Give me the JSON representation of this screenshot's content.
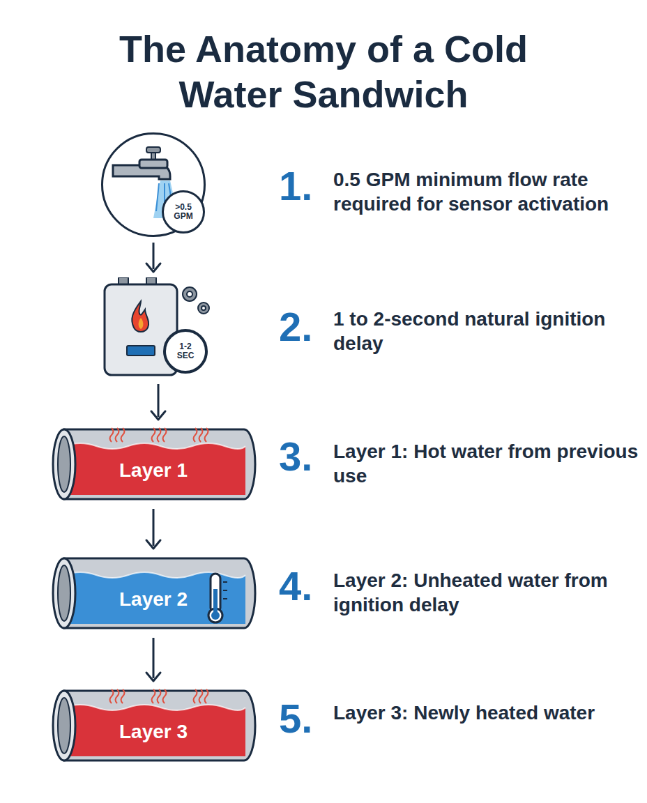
{
  "diagram": {
    "title": "The Anatomy of a Cold Water Sandwich",
    "nodes": [
      {
        "text": [
          ">0.5 GPM"
        ]
      },
      {
        "text": [
          "1-2 SEC"
        ]
      },
      {
        "text": [
          "Layer 1"
        ]
      },
      {
        "text": [
          "Layer 2"
        ]
      },
      {
        "text": [
          "Layer 3"
        ]
      }
    ],
    "edges": [
      {
        "from": 0,
        "to": 1,
        "arrow": "to"
      },
      {
        "from": 1,
        "to": 2,
        "arrow": "to"
      },
      {
        "from": 2,
        "to": 3,
        "arrow": "to"
      },
      {
        "from": 3,
        "to": 4,
        "arrow": "to"
      }
    ],
    "labels": [
      "1.",
      "0.5 GPM minimum flow rate required for sensor activation",
      "2.",
      "1 to 2-second natural ignition delay",
      "3.",
      "Layer 1: Hot water from previous use",
      "4.",
      "Layer 2: Unheated water from ignition delay",
      "5.",
      "Layer 3: Newly heated water"
    ]
  }
}
